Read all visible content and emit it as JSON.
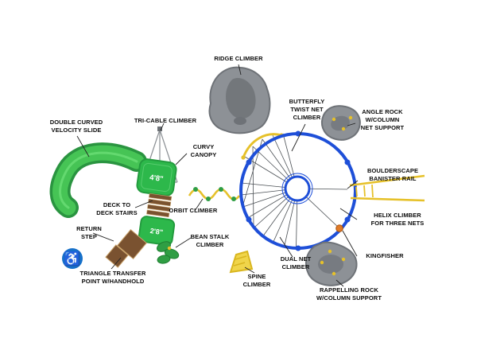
{
  "labels": {
    "ridge_climber": "RIDGE CLIMBER",
    "velocity_slide": "DOUBLE CURVED\nVELOCITY SLIDE",
    "tri_cable": "TRI-CABLE CLIMBER",
    "curvy_canopy": "CURVY\nCANOPY",
    "butterfly": "BUTTERFLY\nTWIST NET\nCLIMBER",
    "angle_rock": "ANGLE ROCK\nW/COLUMN\nNET SUPPORT",
    "boulderscape": "BOULDERSCAPE\nBANISTER RAIL",
    "helix": "HELIX CLIMBER\nFOR THREE NETS",
    "kingfisher": "KINGFISHER",
    "deck_stairs": "DECK TO\nDECK STAIRS",
    "orbit": "ORBIT CLIMBER",
    "return_step": "RETURN\nSTEP",
    "bean_stalk": "BEAN STALK\nCLIMBER",
    "triangle_transfer": "TRIANGLE TRANSFER\nPOINT W/HANDHOLD",
    "spine": "SPINE\nCLIMBER",
    "dual_net": "DUAL NET\nCLIMBER",
    "rappelling": "RAPPELLING ROCK\nW/COLUMN SUPPORT"
  },
  "deck_heights": {
    "upper": "4'8\"",
    "lower": "2'8\""
  },
  "icons": {
    "accessibility": "♿"
  },
  "colors": {
    "slide_green": "#46c455",
    "deck_green": "#2db84b",
    "circle_blue": "#1e4fd8",
    "rail_yellow": "#e6c12a",
    "rock_gray": "#8d9196",
    "wood_brown": "#7a5230",
    "accent_blue": "#1670c9",
    "kingfisher_orange": "#e07b28"
  }
}
